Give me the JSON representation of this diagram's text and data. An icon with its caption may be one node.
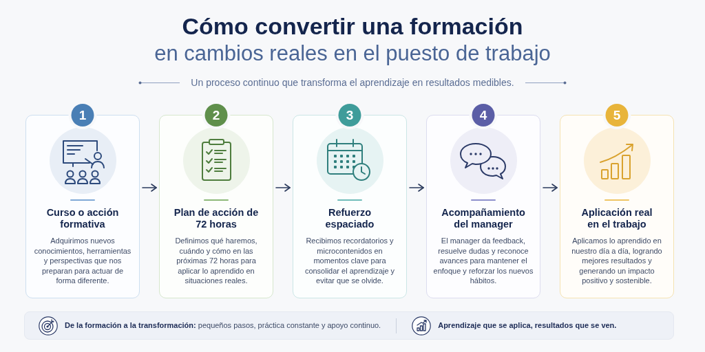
{
  "diagram": {
    "title": "**Cómo convertir una formación** en cambios reales en el puesto de trabajo",
    "nodes": [
      {
        "text": [
          "1",
          "Curso o acción formativa",
          "Adquirimos nuevos conocimientos, herramientas y perspectivas que nos preparan para actuar de forma diferente."
        ]
      },
      {
        "text": [
          "2",
          "Plan de acción de 72 horas",
          "Definimos qué haremos, cuándo y cómo en las próximas 72 horas para aplicar lo aprendido en situaciones reales."
        ]
      },
      {
        "text": [
          "3",
          "Refuerzo espaciado",
          "Recibimos recordatorios y microcontenidos en momentos clave para consolidar el aprendizaje y evitar que se olvide."
        ]
      },
      {
        "text": [
          "4",
          "Acompañamiento del manager",
          "El manager da feedback, resuelve dudas y reconoce avances para mantener el enfoque y reforzar los nuevos hábitos."
        ]
      },
      {
        "text": [
          "5",
          "Aplicación real en el trabajo",
          "Aplicamos lo aprendido en nuestro día a día, logrando mejores resultados y generando un impacto positivo y sostenible."
        ]
      },
      {
        "text": [
          "**De la formación a la transformación:** pequeños pasos, práctica constante y apoyo continuo.",
          "Aprendizaje que se aplica, resultados que se ven."
        ]
      }
    ],
    "edges": [
      {
        "from": 0,
        "to": 1,
        "arrow": "to"
      },
      {
        "from": 1,
        "to": 2,
        "arrow": "to"
      },
      {
        "from": 2,
        "to": 3,
        "arrow": "to"
      },
      {
        "from": 3,
        "to": 4,
        "arrow": "to"
      }
    ],
    "labels": [
      "Un proceso continuo que transforma el aprendizaje en resultados medibles."
    ]
  }
}
